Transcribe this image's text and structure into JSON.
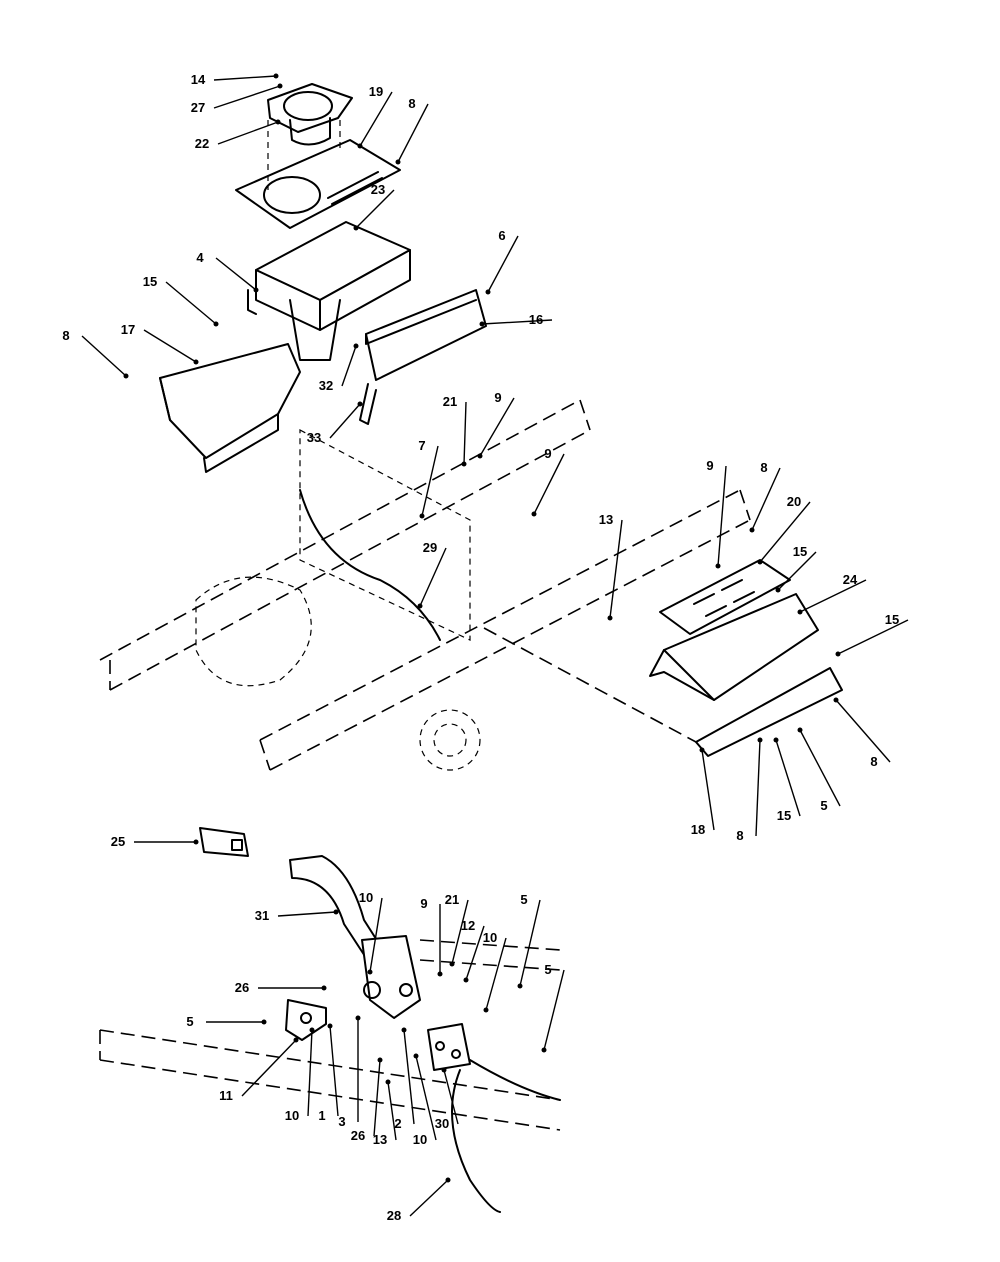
{
  "callouts": {
    "c14": "14",
    "c27": "27",
    "c22": "22",
    "c19": "19",
    "c8_top": "8",
    "c23": "23",
    "c6": "6",
    "c4": "4",
    "c16": "16",
    "c15_left": "15",
    "c17": "17",
    "c8_left": "8",
    "c32": "32",
    "c33": "33",
    "c21_top": "21",
    "c9_top": "9",
    "c7": "7",
    "c9_mid": "9",
    "c29": "29",
    "c13_right": "13",
    "c9_right": "9",
    "c8_right": "8",
    "c20": "20",
    "c15_right": "15",
    "c24": "24",
    "c15_far": "15",
    "c8_far": "8",
    "c18": "18",
    "c8_bottom": "8",
    "c15_bottom": "15",
    "c5_bottom": "5",
    "c25": "25",
    "c31": "31",
    "c10_a": "10",
    "c9_lever": "9",
    "c21_lever": "21",
    "c12": "12",
    "c10_b": "10",
    "c5_a": "5",
    "c5_b": "5",
    "c26_a": "26",
    "c5_c": "5",
    "c11": "11",
    "c10_c": "10",
    "c1": "1",
    "c3": "3",
    "c26_b": "26",
    "c13_b": "13",
    "c2": "2",
    "c10_d": "10",
    "c30": "30",
    "c28": "28"
  }
}
